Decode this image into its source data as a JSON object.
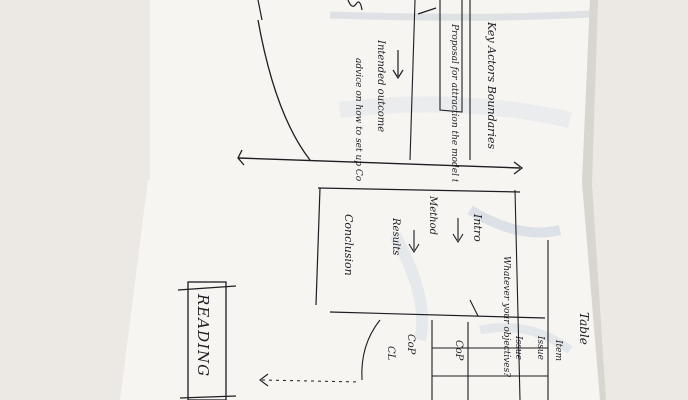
{
  "photo": {
    "colors": {
      "background": "#ece9e5",
      "paper": "#f7f5f1",
      "paper_shadow": "#d9d5cf",
      "ink": "#1d1d22",
      "bleed_blue": "#b9c9dc"
    },
    "upper_page": {
      "texts": [
        "Key Actors Boundaries",
        "Proposal for attraction the model theory",
        "Intended outcome",
        "advice on how to set up CoP process"
      ]
    },
    "lower_page": {
      "texts": [
        "Intro",
        "Method",
        "Results",
        "Conclusion",
        "Table",
        "Item",
        "Issue",
        "Issue",
        "Whatever your objectives?",
        "CoP",
        "CoP",
        "CL"
      ]
    },
    "reading_box": {
      "text": "READING"
    }
  }
}
